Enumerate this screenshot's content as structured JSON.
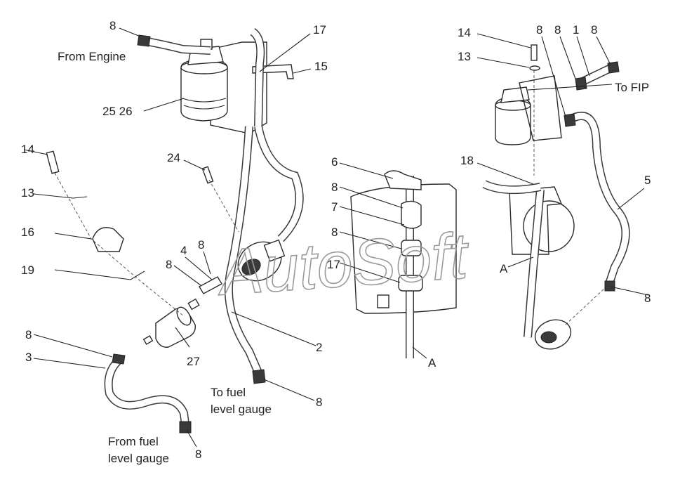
{
  "watermark": "AutoSoft",
  "notes": {
    "from_engine": "From Engine",
    "to_fip": "To FIP",
    "to_fuel_gauge_1": "To fuel",
    "to_fuel_gauge_2": "level gauge",
    "from_fuel_gauge_1": "From fuel",
    "from_fuel_gauge_2": "level gauge",
    "view_a_1": "A",
    "view_a_2": "A"
  },
  "callouts": {
    "c8_top": "8",
    "c17_top": "17",
    "c15": "15",
    "c25_26": "25 26",
    "c14_left": "14",
    "c13_left": "13",
    "c16": "16",
    "c19": "19",
    "c24": "24",
    "c4": "4",
    "c8_mid_a": "8",
    "c8_mid_b": "8",
    "c27": "27",
    "c8_left": "8",
    "c3": "3",
    "c2": "2",
    "c8_bottom_mid": "8",
    "c8_bottom_left": "8",
    "c6": "6",
    "c8_a1": "8",
    "c7": "7",
    "c8_a2": "8",
    "c17_a": "17",
    "c14_right": "14",
    "c13_right": "13",
    "c8_r1": "8",
    "c8_r2": "8",
    "c1": "1",
    "c8_r3": "8",
    "c18": "18",
    "c5": "5",
    "c8_right": "8"
  }
}
